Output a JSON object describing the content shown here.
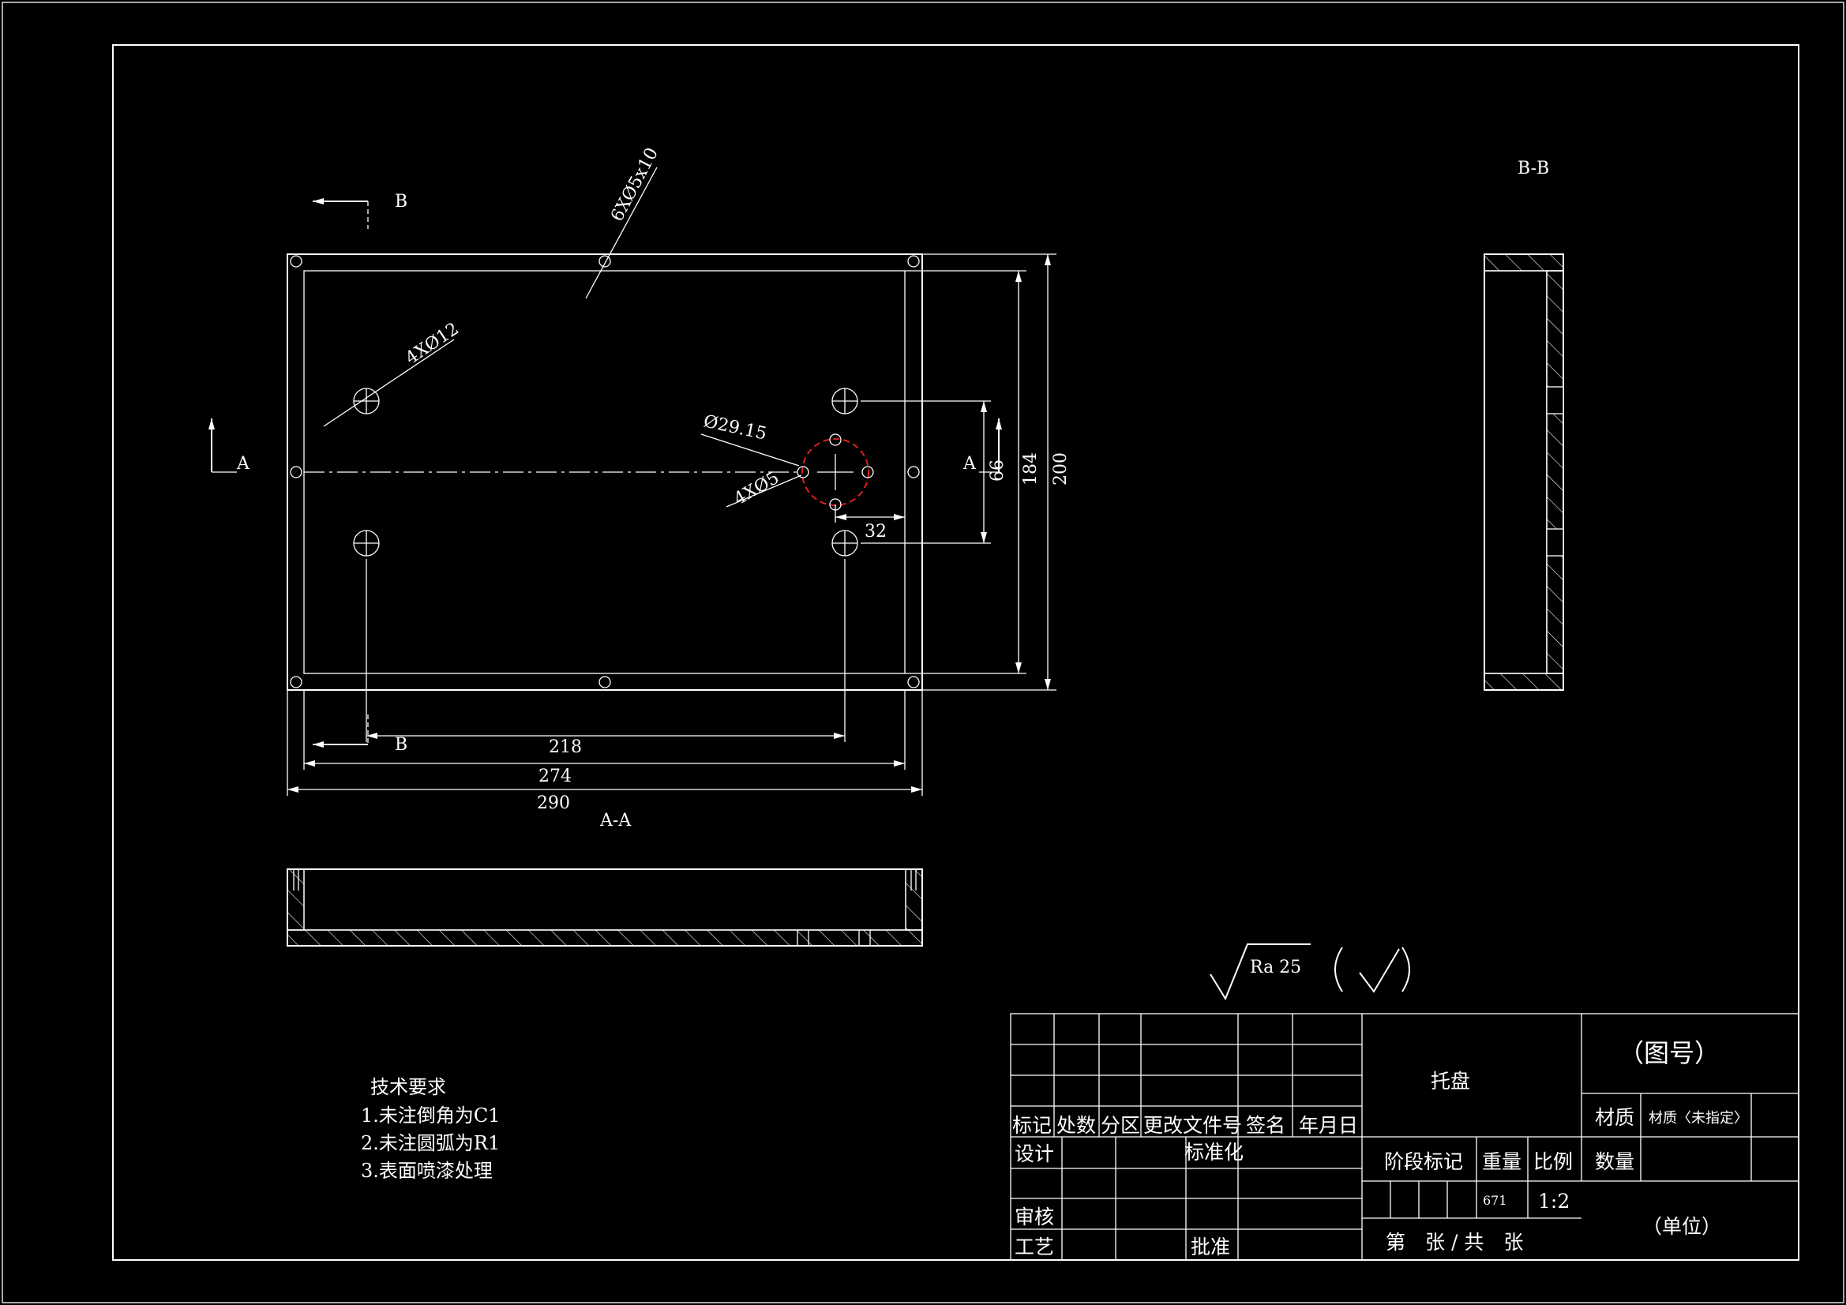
{
  "title_block": {
    "part_name": "托盘",
    "drawing_no": "（图号）",
    "unit": "（单位）",
    "material_label": "材质",
    "material_value": "材质〈未指定〉",
    "quantity_label": "数量",
    "weight_label": "重量",
    "weight_value": "671",
    "scale_label": "比例",
    "scale_value": "1:2",
    "stage_label": "阶段标记",
    "sheet_text": "第　张 / 共　张",
    "rev_headers": [
      "标记",
      "处数",
      "分区",
      "更改文件号",
      "签名",
      "年月日"
    ],
    "design": "设计",
    "standardization": "标准化",
    "review": "审核",
    "process": "工艺",
    "approve": "批准"
  },
  "tech_requirements": {
    "title": "技术要求",
    "items": [
      "1.未注倒角为C1",
      "2.未注圆弧为R1",
      "3.表面喷漆处理"
    ]
  },
  "roughness": {
    "symbol_text": "Ra 25"
  },
  "views": {
    "section_bb": "B-B",
    "section_aa": "A-A",
    "marker_a": "A",
    "marker_b": "B"
  },
  "dimensions": {
    "holes_6": "6XØ5x10",
    "holes_12": "4XØ12",
    "circle_dia": "Ø29.15",
    "holes_5": "4XØ5",
    "d32": "32",
    "d66": "66",
    "d184": "184",
    "d200": "200",
    "d218": "218",
    "d274": "274",
    "d290": "290"
  }
}
